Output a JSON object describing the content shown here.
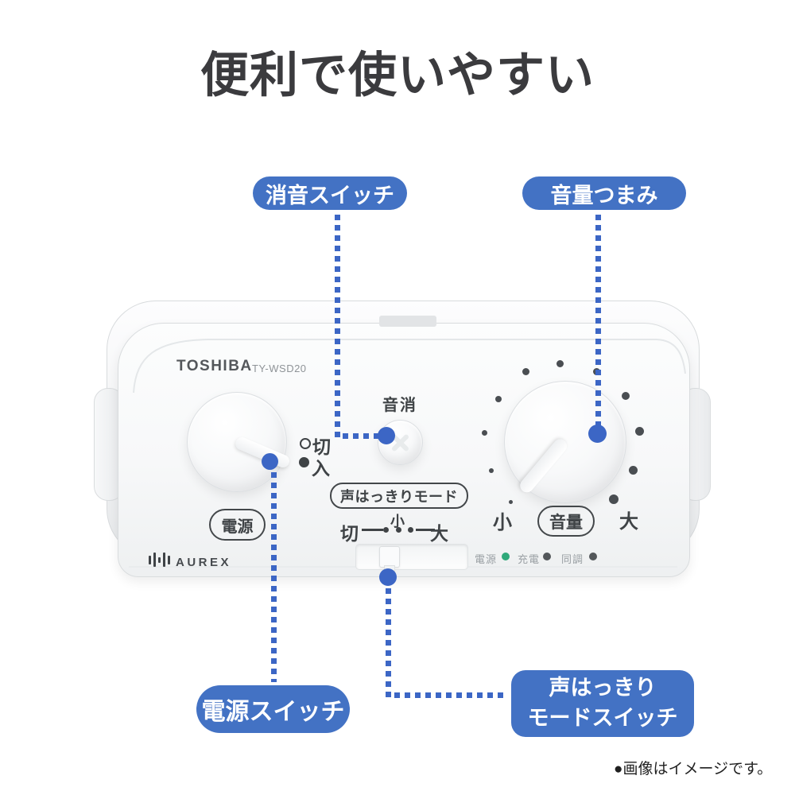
{
  "title": "便利で使いやすい",
  "note": "●画像はイメージです。",
  "colors": {
    "label_blue": "#4372c4",
    "line_blue": "#3c66c5",
    "power_led_green": "#2fa97a",
    "device_text": "#3f4346"
  },
  "callouts": {
    "mute": "消音スイッチ",
    "volume": "音量つまみ",
    "power": "電源スイッチ",
    "mode_line1": "声はっきり",
    "mode_line2": "モードスイッチ"
  },
  "device": {
    "brand": "TOSHIBA",
    "model": "TY-WSD20",
    "logo": "AUREX",
    "power_knob": {
      "label": "電源",
      "off": "切",
      "on": "入"
    },
    "mute_button": {
      "label": "音消"
    },
    "mode": {
      "label": "声はっきりモード",
      "off": "切",
      "low": "小",
      "high": "大"
    },
    "volume_knob": {
      "label": "音量",
      "min": "小",
      "max": "大"
    },
    "indicators": [
      {
        "label": "電源",
        "state_color": "#2fa97a"
      },
      {
        "label": "充電",
        "state_color": "#53575a"
      },
      {
        "label": "同調",
        "state_color": "#53575a"
      }
    ]
  }
}
